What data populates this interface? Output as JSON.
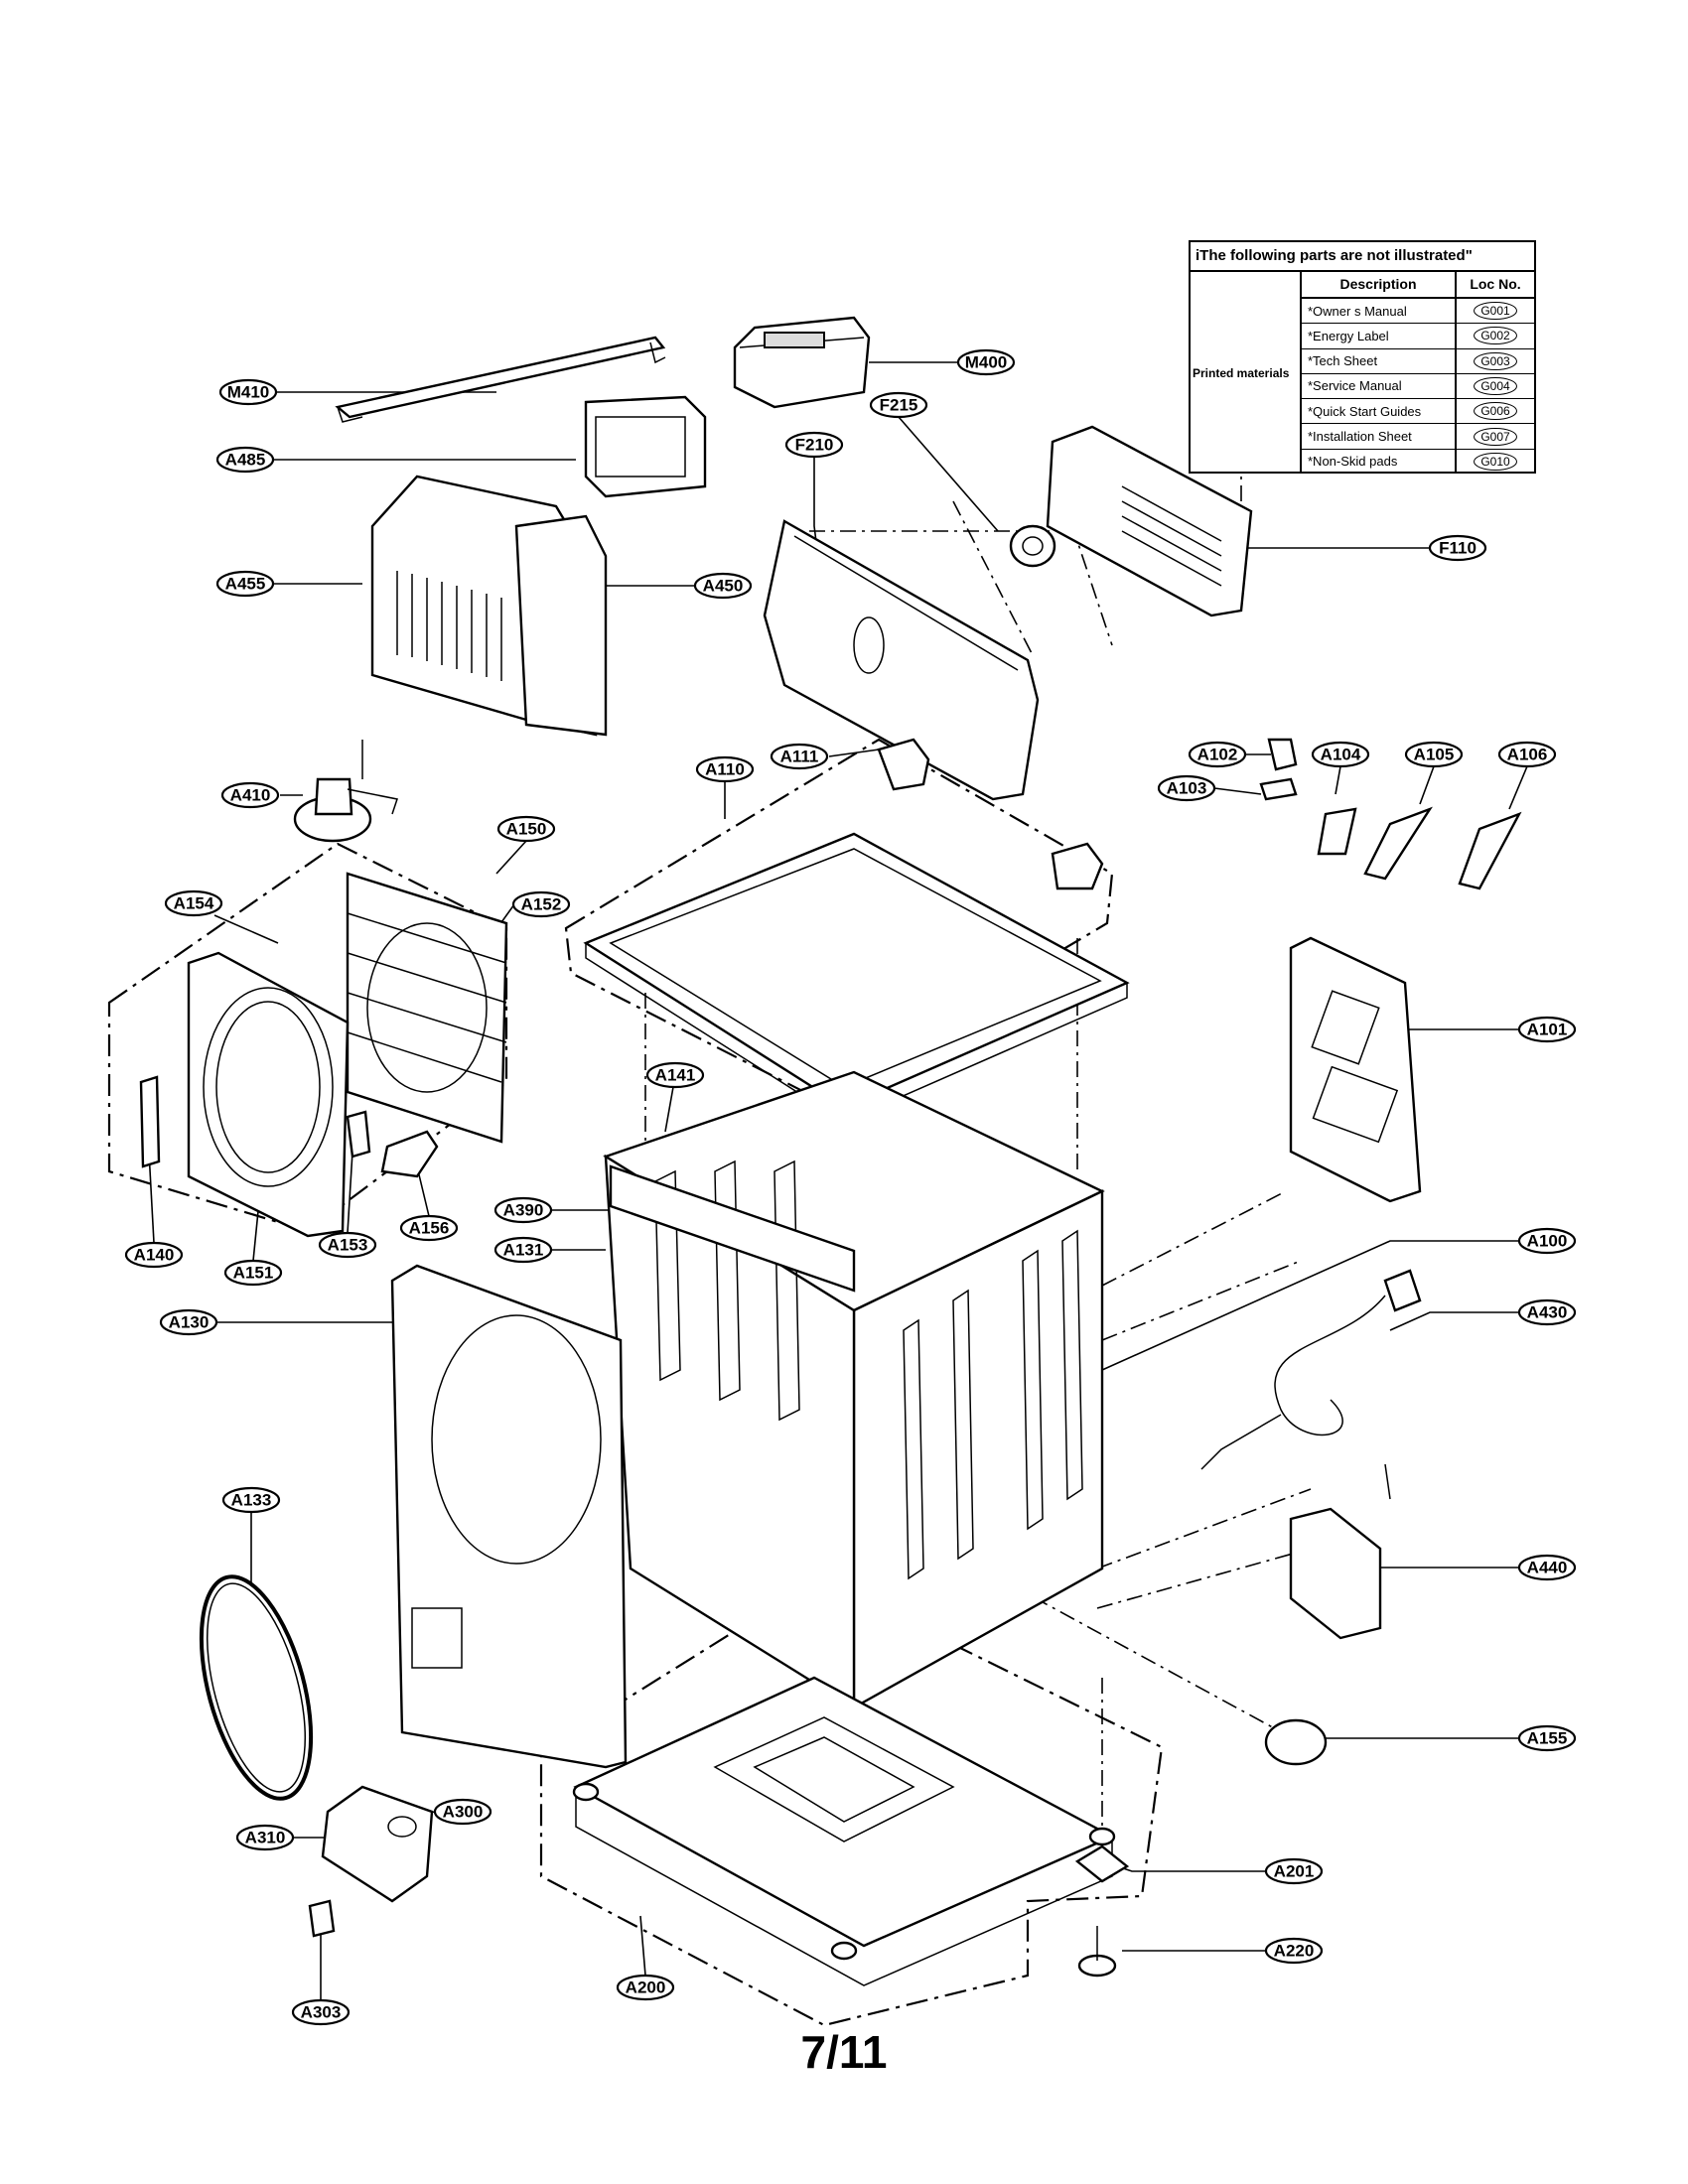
{
  "parts_table": {
    "title": "iThe following parts are not illustrated\"",
    "header_description": "Description",
    "header_loc": "Loc No.",
    "category": "Printed materials",
    "rows": [
      {
        "description": "*Owner s Manual",
        "loc": "G001"
      },
      {
        "description": "*Energy Label",
        "loc": "G002"
      },
      {
        "description": "*Tech Sheet",
        "loc": "G003"
      },
      {
        "description": "*Service Manual",
        "loc": "G004"
      },
      {
        "description": "*Quick Start Guides",
        "loc": "G006"
      },
      {
        "description": "*Installation Sheet",
        "loc": "G007"
      },
      {
        "description": "*Non-Skid pads",
        "loc": "G010"
      }
    ]
  },
  "callouts": {
    "m410": "M410",
    "m400": "M400",
    "a485": "A485",
    "f215": "F215",
    "f210": "F210",
    "a455": "A455",
    "a450": "A450",
    "f110": "F110",
    "a410": "A410",
    "a110": "A110",
    "a111": "A111",
    "a102": "A102",
    "a103": "A103",
    "a104": "A104",
    "a105": "A105",
    "a106": "A106",
    "a150": "A150",
    "a154": "A154",
    "a152": "A152",
    "a101": "A101",
    "a141": "A141",
    "a390": "A390",
    "a131": "A131",
    "a140": "A140",
    "a151": "A151",
    "a153": "A153",
    "a156": "A156",
    "a100": "A100",
    "a130": "A130",
    "a430": "A430",
    "a133": "A133",
    "a440": "A440",
    "a155": "A155",
    "a300": "A300",
    "a310": "A310",
    "a201": "A201",
    "a220": "A220",
    "a303": "A303",
    "a200": "A200"
  },
  "page_number": "7/11"
}
